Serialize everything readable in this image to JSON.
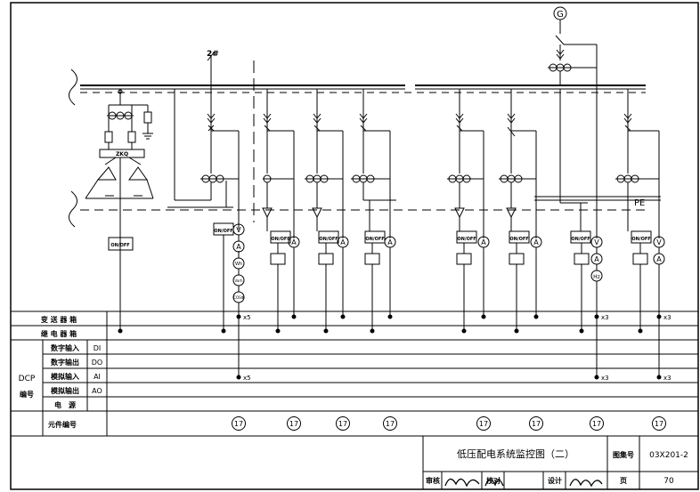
{
  "diagram": {
    "busbar_label": "2#",
    "pe_label": "PE",
    "generator_symbol": "G",
    "ats_label": "ZKQ",
    "onoff_label": "ON/OFF",
    "meter_v": "V",
    "meter_a": "A",
    "meter_wh": "Wh",
    "meter_varh": "Varh",
    "meter_cosphi": "COSΦ",
    "meter_hz": "Hz",
    "multiplier_x5": "x5",
    "multiplier_x3": "x3",
    "element_no": "17"
  },
  "table": {
    "row_transmitter": "变 送 器 箱",
    "row_relay": "继 电 器 箱",
    "dcp_label_1": "DCP",
    "dcp_label_2": "编号",
    "sub_rows": [
      {
        "name": "数字输入",
        "code": "DI"
      },
      {
        "name": "数字输出",
        "code": "DO"
      },
      {
        "name": "模拟输入",
        "code": "AI"
      },
      {
        "name": "模拟输出",
        "code": "AO"
      },
      {
        "name": "电　源",
        "code": ""
      }
    ],
    "row_element": "元件编号"
  },
  "titleblock": {
    "title": "低压配电系统监控图（二）",
    "atlas_label": "图集号",
    "atlas_no": "03X201-2",
    "review_label": "审核",
    "check_label": "校对",
    "design_label": "设计",
    "page_label": "页",
    "page_no": "70"
  }
}
